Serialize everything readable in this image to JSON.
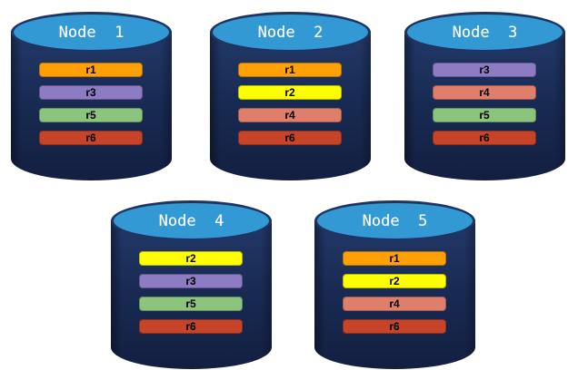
{
  "diagram": {
    "replica_colors": {
      "r1": "#ffa005",
      "r2": "#ffff00",
      "r3": "#8d7cc3",
      "r4": "#df7e6b",
      "r5": "#8cc47e",
      "r6": "#c74429"
    },
    "node_style": {
      "body_color": "#182a52",
      "top_color": "#3399d4",
      "outline_color": "#1e3564",
      "title_color": "#ffffff",
      "bar_text_color": "#000000"
    },
    "nodes": [
      {
        "label": "Node  1",
        "replicas": [
          "r1",
          "r3",
          "r5",
          "r6"
        ]
      },
      {
        "label": "Node  2",
        "replicas": [
          "r1",
          "r2",
          "r4",
          "r6"
        ]
      },
      {
        "label": "Node  3",
        "replicas": [
          "r3",
          "r4",
          "r5",
          "r6"
        ]
      },
      {
        "label": "Node  4",
        "replicas": [
          "r2",
          "r3",
          "r5",
          "r6"
        ]
      },
      {
        "label": "Node  5",
        "replicas": [
          "r1",
          "r2",
          "r4",
          "r6"
        ]
      }
    ]
  }
}
